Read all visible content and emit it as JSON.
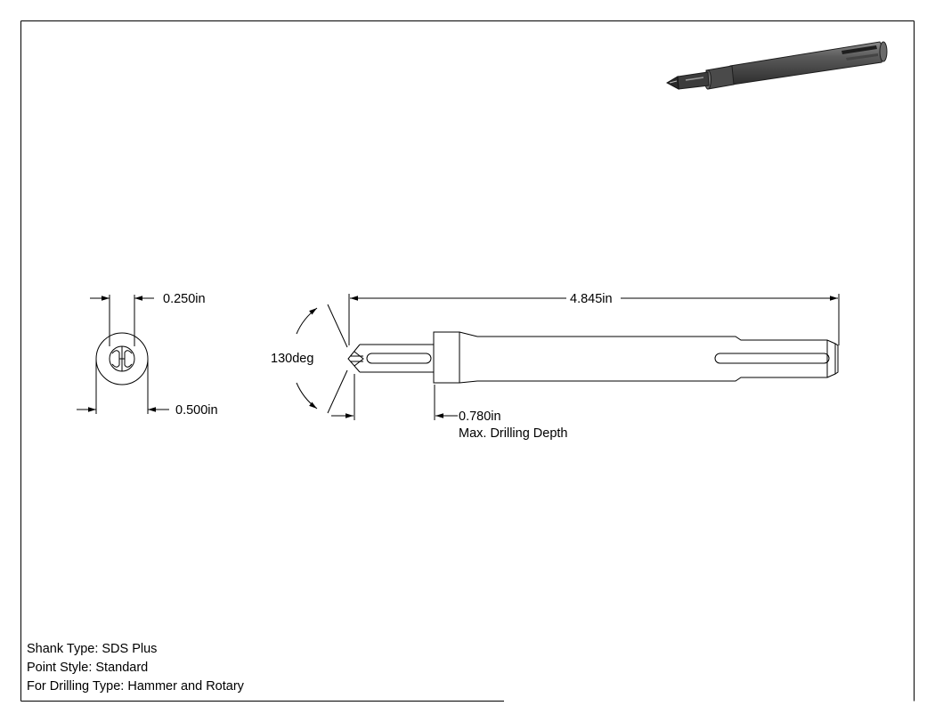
{
  "drawing": {
    "end_view": {
      "tip_diameter": "0.250in",
      "shank_diameter": "0.500in"
    },
    "side_view": {
      "overall_length": "4.845in",
      "point_angle": "130deg",
      "drilling_depth_value": "0.780in",
      "drilling_depth_label": "Max. Drilling Depth"
    },
    "notes": {
      "shank_type": "Shank Type: SDS Plus",
      "point_style": "Point Style: Standard",
      "drilling_type": "For Drilling Type: Hammer and Rotary"
    },
    "colors": {
      "line": "#000000",
      "paper": "#ffffff",
      "render_dark": "#3a3a3a",
      "render_mid": "#5a5a5a",
      "render_light": "#8a8a8a"
    }
  }
}
